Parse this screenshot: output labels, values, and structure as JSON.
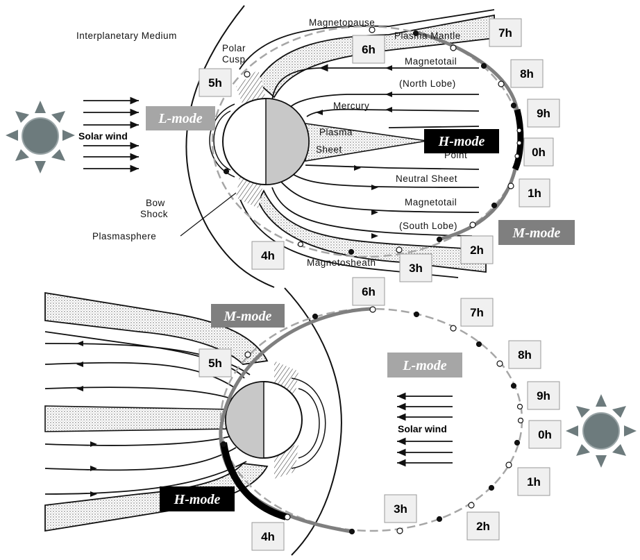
{
  "top_diagram": {
    "labels": {
      "interplanetary": "Interplanetary Medium",
      "polar_cusp_1": "Polar",
      "polar_cusp_2": "Cusp",
      "magnetopause": "Magnetopause",
      "plasma_mantle": "Plasma Mantle",
      "magnetotail_n": "Magnetotail",
      "north_lobe": "(North Lobe)",
      "mercury": "Mercury",
      "plasma": "Plasma",
      "sheet": "Sheet",
      "point": "Point",
      "neutral_sheet": "Neutral Sheet",
      "magnetotail_s": "Magnetotail",
      "south_lobe": "(South Lobe)",
      "magnetosheath": "Magnetosheath",
      "bow_1": "Bow",
      "bow_2": "Shock",
      "plasmasphere": "Plasmasphere",
      "solar_wind": "Solar wind"
    },
    "modes": {
      "l": "L-mode",
      "h": "H-mode",
      "m": "M-mode"
    },
    "hours": {
      "h0": "0h",
      "h1": "1h",
      "h2": "2h",
      "h3": "3h",
      "h4": "4h",
      "h5": "5h",
      "h6": "6h",
      "h7": "7h",
      "h8": "8h",
      "h9": "9h"
    }
  },
  "bottom_diagram": {
    "labels": {
      "solar_wind": "Solar wind"
    },
    "modes": {
      "m": "M-mode",
      "l": "L-mode",
      "h": "H-mode"
    },
    "hours": {
      "h0": "0h",
      "h1": "1h",
      "h2": "2h",
      "h3": "3h",
      "h4": "4h",
      "h5": "5h",
      "h6": "6h",
      "h7": "7h",
      "h8": "8h",
      "h9": "9h"
    }
  },
  "colors": {
    "l_mode": "#a6a6a6",
    "m_mode": "#7f7f7f",
    "h_mode": "#000000",
    "hour_box_fill": "#f0f0f0",
    "sun": "#6d7b7d"
  }
}
